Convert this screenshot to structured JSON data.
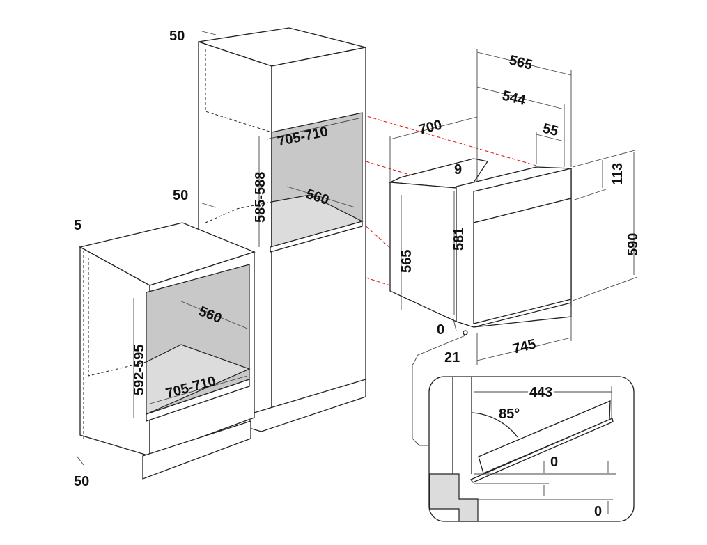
{
  "tall_cabinet": {
    "top_gap": "50",
    "side_gap": "50",
    "niche_depth": "705-710",
    "niche_height": "585-588",
    "niche_width": "560"
  },
  "base_cabinet": {
    "top_gap": "5",
    "bottom_gap": "50",
    "niche_width": "560",
    "niche_height": "592-595",
    "niche_depth": "705-710"
  },
  "oven": {
    "total_depth": "565",
    "body_depth": "544",
    "front_depth": "55",
    "cabinet_depth": "700",
    "top_offset": "9",
    "panel_height": "113",
    "body_height": "581",
    "side_height": "565",
    "total_height": "590",
    "bottom_offset": "0",
    "door_offset": "21",
    "width": "745"
  },
  "door_detail": {
    "open_depth": "443",
    "angle": "85°",
    "clearance_top": "0",
    "clearance_bottom": "0"
  }
}
